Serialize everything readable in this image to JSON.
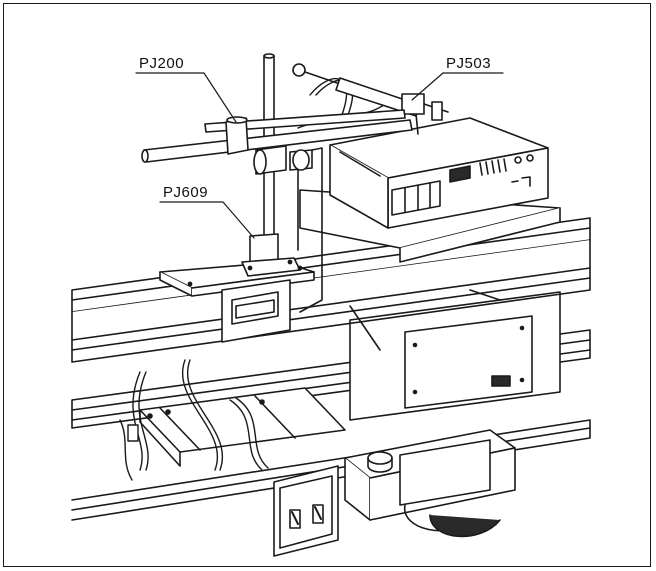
{
  "figure": {
    "labels": {
      "pj200": "PJ200",
      "pj503": "PJ503",
      "pj609": "PJ609"
    },
    "colors": {
      "ink": "#1a1a1a",
      "shade": "#2a2a2a",
      "paper": "#ffffff"
    }
  }
}
